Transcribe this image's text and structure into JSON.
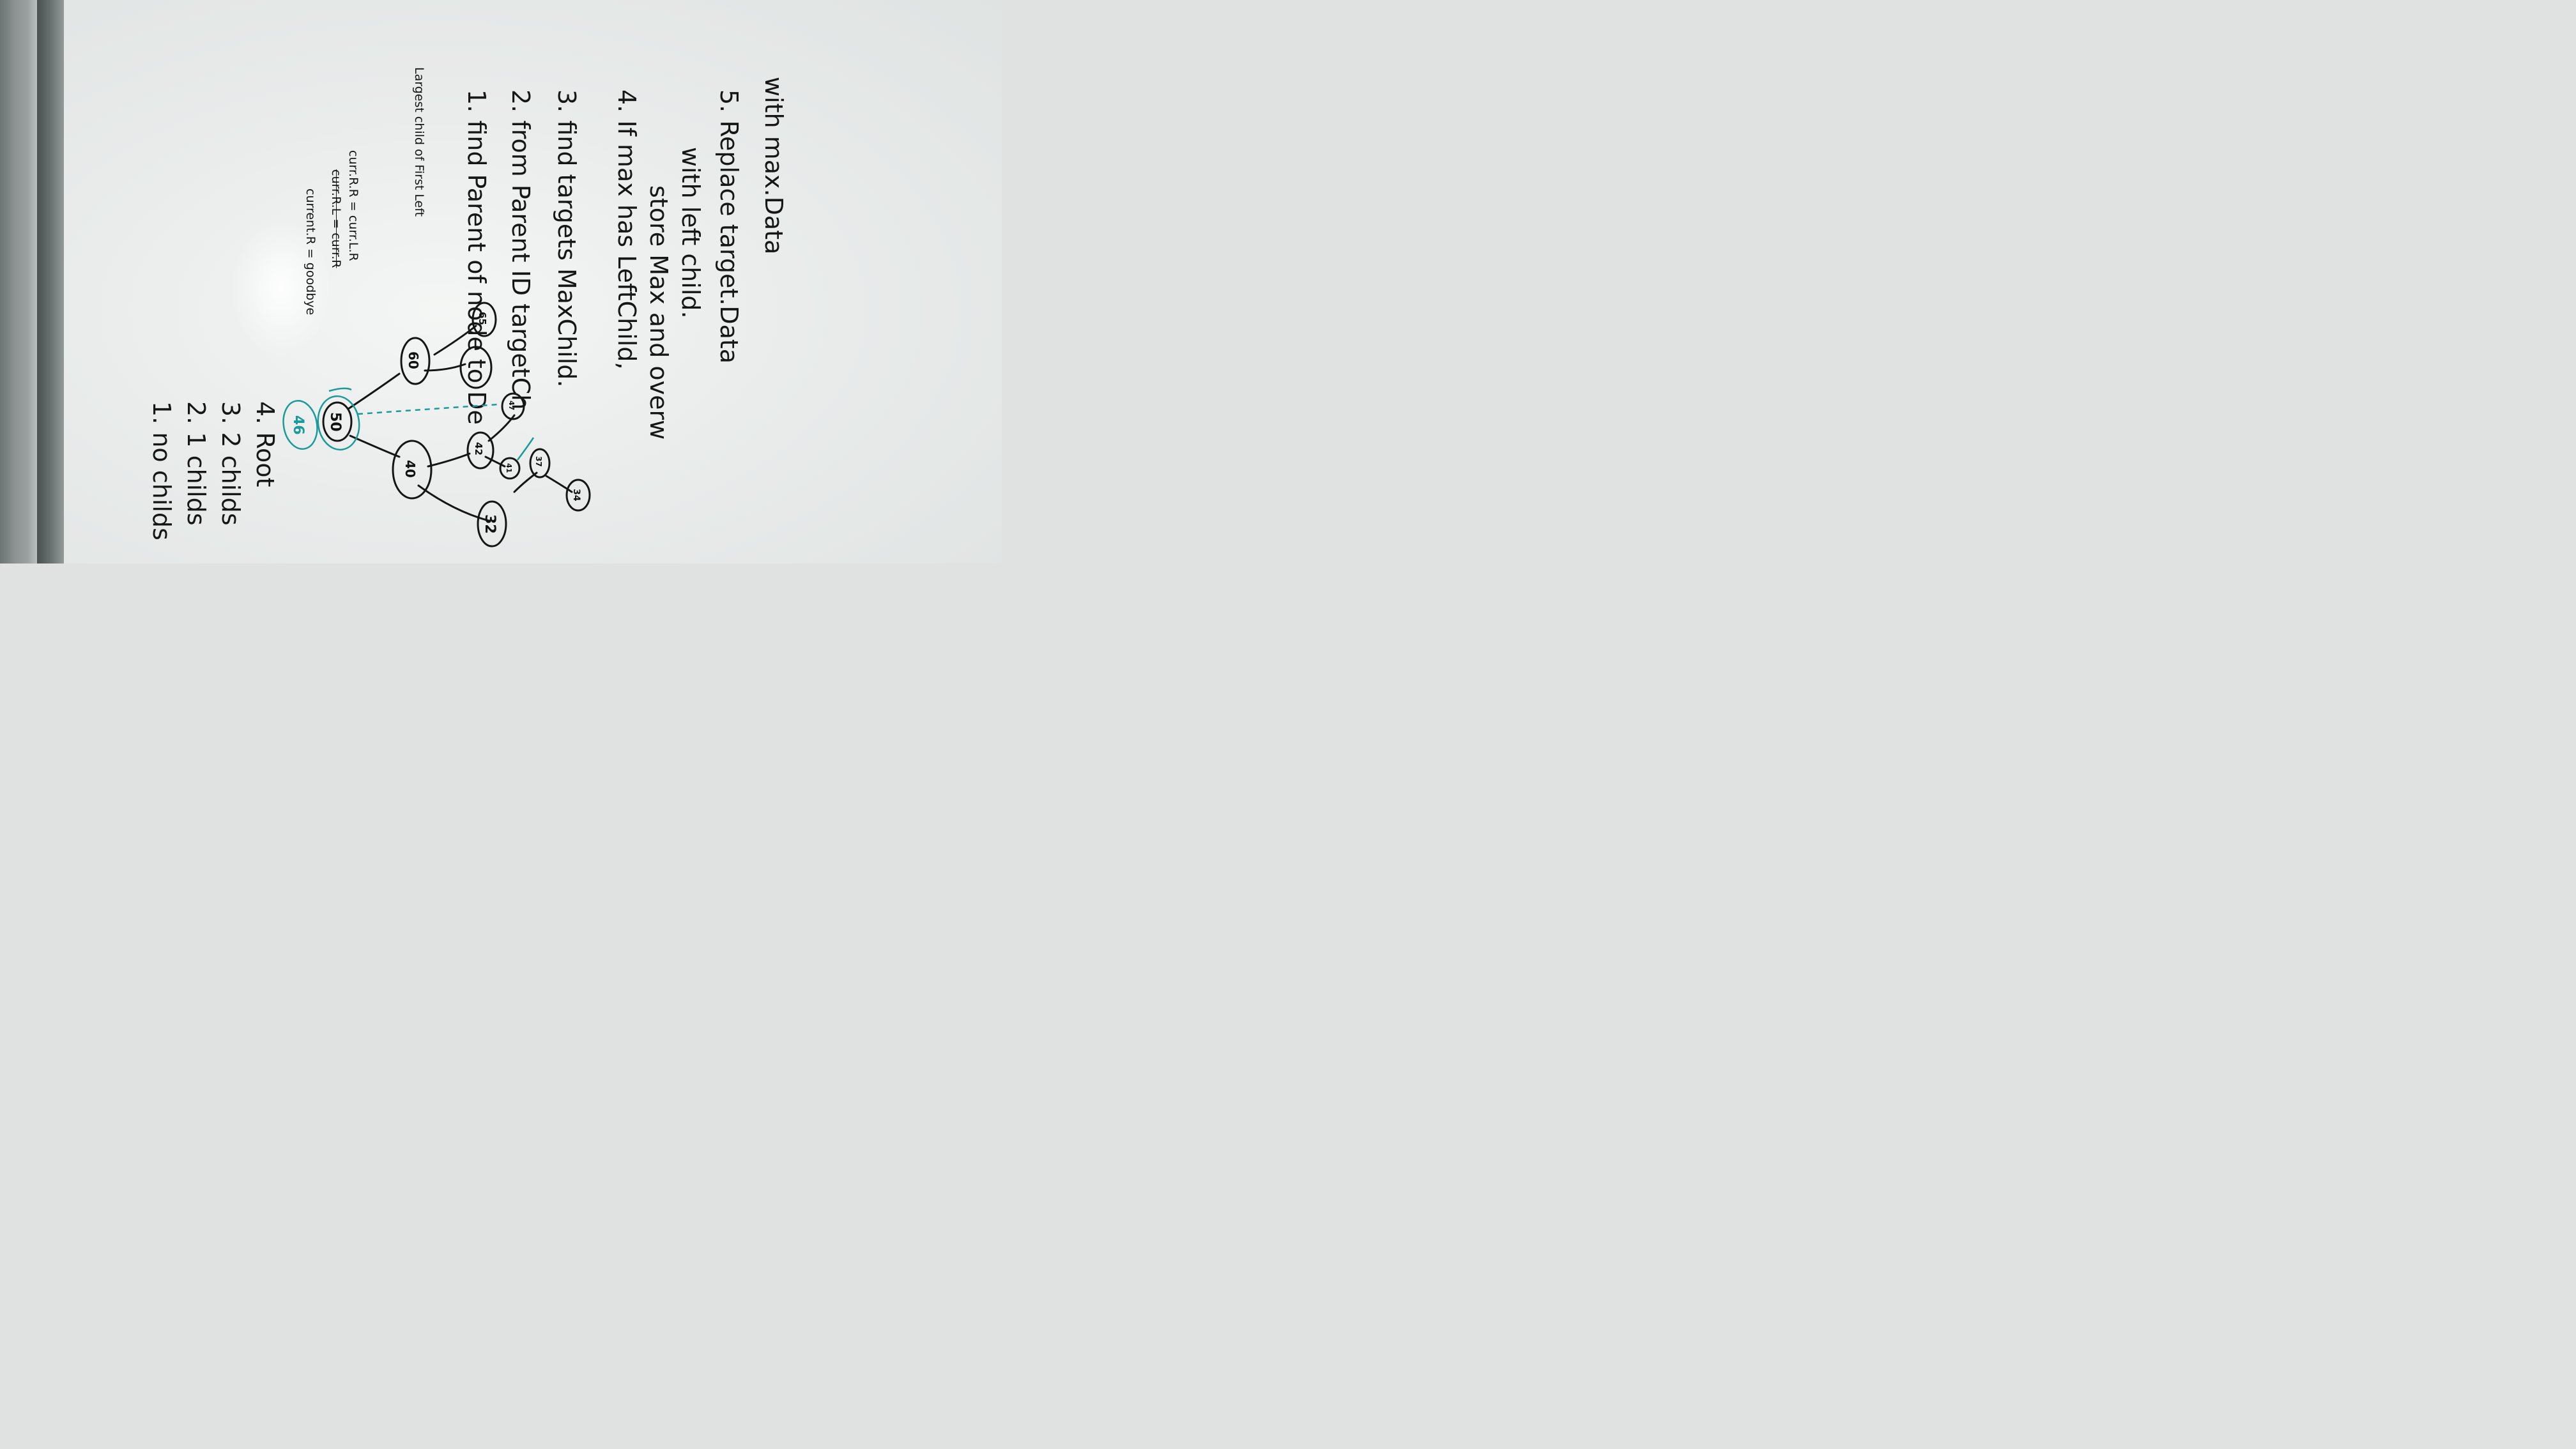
{
  "cases": [
    {
      "label": "1. no childs"
    },
    {
      "label": "2. 1 childs"
    },
    {
      "label": "3. 2 childs"
    },
    {
      "label": "4. Root"
    }
  ],
  "notes": {
    "line1": "current.R = goodbye",
    "line2": "curr.R.L = curr.R",
    "line3": "curr.R.R = curr.L.R",
    "heading": "Largest child of First Left"
  },
  "steps": [
    {
      "label": "1. find Parent of node to De"
    },
    {
      "label": "2. from Parent ID targetCh"
    },
    {
      "label": "3. find targets MaxChild."
    },
    {
      "label": "4. If max has LeftChild,"
    },
    {
      "label": "store Max and overw"
    },
    {
      "label": "with left child."
    },
    {
      "label": "5. Replace target.Data"
    },
    {
      "label": "with max.Data"
    }
  ],
  "tree": {
    "nodes": [
      {
        "id": "root",
        "label": "50",
        "replacement_label": "46"
      },
      {
        "id": "n40",
        "label": "40"
      },
      {
        "id": "n60",
        "label": "60"
      },
      {
        "id": "n65",
        "label": "65"
      },
      {
        "id": "n32",
        "label": "32"
      },
      {
        "id": "n42",
        "label": "42"
      },
      {
        "id": "n47",
        "label": "47"
      },
      {
        "id": "n41",
        "label": "41"
      },
      {
        "id": "n37",
        "label": "37"
      },
      {
        "id": "n34",
        "label": "34"
      },
      {
        "id": "n-empty",
        "label": ""
      }
    ]
  },
  "colors": {
    "ink": "#151515",
    "teal": "#1a9a9a",
    "board": "#eceeed",
    "frame": "#7c8382"
  }
}
